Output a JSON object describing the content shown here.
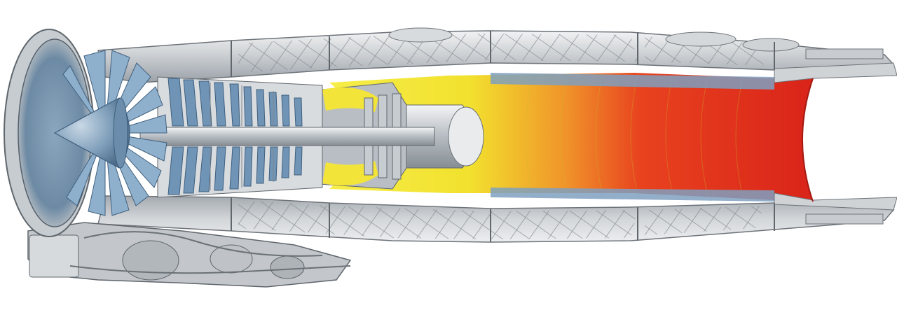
{
  "diagram": {
    "subject": "turbofan-engine-cutaway",
    "labels": [],
    "colors": {
      "background": "#ffffff",
      "casing_light": "#e6e8ea",
      "casing_mid": "#b9bec3",
      "casing_dark": "#7f868c",
      "blade_blue": "#6f94b6",
      "blade_blue_dark": "#4d6f90",
      "flame_yellow": "#f2e93a",
      "flame_orange": "#f08a24",
      "flame_red": "#e0281c"
    },
    "sections": [
      {
        "id": "intake-fan",
        "icon": "fan-icon"
      },
      {
        "id": "compressor",
        "icon": "compressor-icon"
      },
      {
        "id": "combustor",
        "icon": "flame-icon"
      },
      {
        "id": "turbine",
        "icon": "turbine-icon"
      },
      {
        "id": "afterburner",
        "icon": "afterburner-icon"
      },
      {
        "id": "nozzle",
        "icon": "nozzle-icon"
      }
    ]
  }
}
